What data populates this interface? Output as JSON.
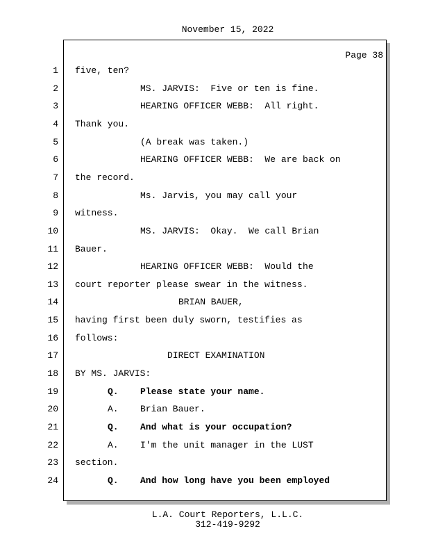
{
  "header": {
    "date": "November 15, 2022"
  },
  "page_label": "Page 38",
  "lines": [
    {
      "n": "1",
      "text": "five, ten?"
    },
    {
      "n": "2",
      "text": "MS. JARVIS:  Five or ten is fine."
    },
    {
      "n": "3",
      "text": "HEARING OFFICER WEBB:  All right."
    },
    {
      "n": "4",
      "text": "Thank you."
    },
    {
      "n": "5",
      "text": "(A break was taken.)"
    },
    {
      "n": "6",
      "text": "HEARING OFFICER WEBB:  We are back on"
    },
    {
      "n": "7",
      "text": "the record."
    },
    {
      "n": "8",
      "text": "Ms. Jarvis, you may call your"
    },
    {
      "n": "9",
      "text": "witness."
    },
    {
      "n": "10",
      "text": "MS. JARVIS:  Okay.  We call Brian"
    },
    {
      "n": "11",
      "text": "Bauer."
    },
    {
      "n": "12",
      "text": "HEARING OFFICER WEBB:  Would the"
    },
    {
      "n": "13",
      "text": "court reporter please swear in the witness."
    },
    {
      "n": "14",
      "text": "BRIAN BAUER,"
    },
    {
      "n": "15",
      "text": "having first been duly sworn, testifies as"
    },
    {
      "n": "16",
      "text": "follows:"
    },
    {
      "n": "17",
      "text": "DIRECT EXAMINATION"
    },
    {
      "n": "18",
      "text": "BY MS. JARVIS:"
    },
    {
      "n": "19",
      "label": "Q.",
      "text": "Please state your name."
    },
    {
      "n": "20",
      "label": "A.",
      "text": "Brian Bauer."
    },
    {
      "n": "21",
      "label": "Q.",
      "text": "And what is your occupation?"
    },
    {
      "n": "22",
      "label": "A.",
      "text": "I'm the unit manager in the LUST"
    },
    {
      "n": "23",
      "text": "section."
    },
    {
      "n": "24",
      "label": "Q.",
      "text": "And how long have you been employed"
    }
  ],
  "footer": {
    "company": "L.A. Court Reporters, L.L.C.",
    "phone": "312-419-9292"
  }
}
